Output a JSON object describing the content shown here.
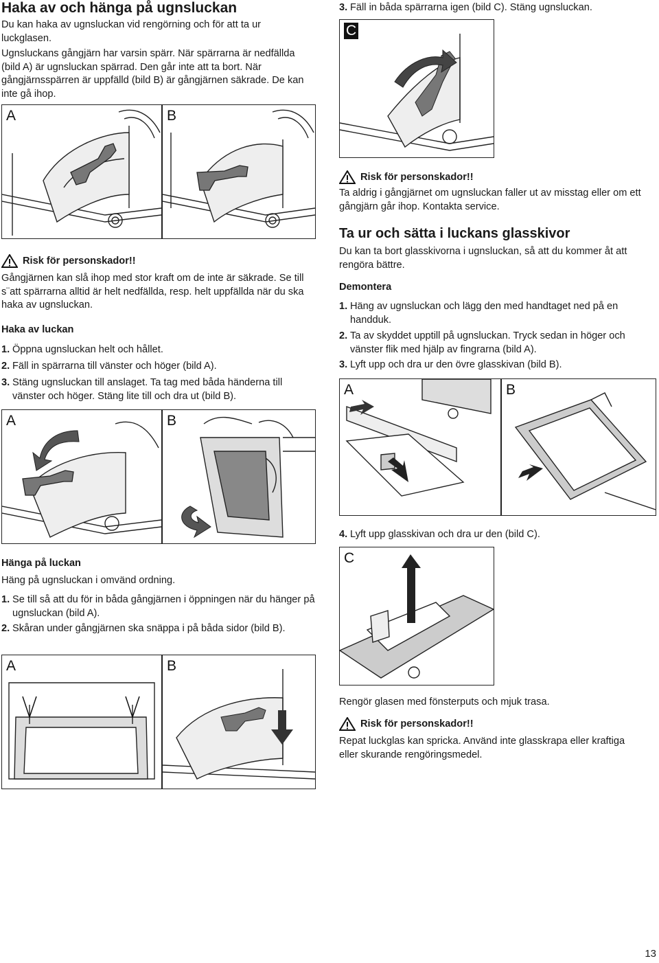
{
  "left": {
    "title": "Haka av och hänga på ugnsluckan",
    "intro1": "Du kan haka av ugnsluckan vid rengörning och för att ta ur luckglasen.",
    "intro2": "Ugnsluckans gångjärn har varsin spärr. När spärrarna är nedfällda (bild A) är ugnsluckan spärrad. Den går inte att ta bort. När gångjärnsspärren är uppfälld (bild B) är gångjärnen säkrade. De kan inte gå ihop.",
    "fig1": {
      "label_a": "A",
      "label_b": "B"
    },
    "warning1": {
      "heading": "Risk för personskador!!",
      "text": "Gångjärnen kan slå ihop med stor kraft om de inte är säkrade. Se till s¨att spärrarna alltid är helt nedfällda, resp. helt uppfällda när du ska haka av ugnsluckan."
    },
    "unhook": {
      "heading": "Haka av luckan",
      "steps": [
        {
          "num": "1.",
          "text": "Öppna ugnsluckan helt och hållet."
        },
        {
          "num": "2.",
          "text": "Fäll in spärrarna till vänster och höger (bild A)."
        },
        {
          "num": "3.",
          "text": "Stäng ugnsluckan till anslaget. Ta tag med båda händerna till vänster och höger. Stäng lite till och dra ut (bild B)."
        }
      ]
    },
    "fig2": {
      "label_a": "A",
      "label_b": "B"
    },
    "hang": {
      "heading": "Hänga på luckan",
      "intro": "Häng på ugnsluckan i omvänd ordning.",
      "steps": [
        {
          "num": "1.",
          "text": "Se till så att du för in båda gångjärnen i öppningen när du hänger på ugnsluckan (bild A)."
        },
        {
          "num": "2.",
          "text": "Skåran under gångjärnen ska snäppa i på båda sidor (bild B)."
        }
      ]
    },
    "fig3": {
      "label_a": "A",
      "label_b": "B"
    }
  },
  "right": {
    "step3": {
      "num": "3.",
      "text": "Fäll in båda spärrarna igen (bild C). Stäng ugnsluckan."
    },
    "fig_c": {
      "label": "C"
    },
    "warning2": {
      "heading": "Risk för personskador!!",
      "text": "Ta aldrig i gångjärnet om ugnsluckan faller ut av misstag eller om ett gångjärn går ihop. Kontakta service."
    },
    "glass": {
      "heading": "Ta ur och sätta i luckans glasskivor",
      "intro": "Du kan ta bort glasskivorna i ugnsluckan, så att du kommer åt att rengöra bättre.",
      "sub": "Demontera",
      "steps": [
        {
          "num": "1.",
          "text": "Häng av ugnsluckan och lägg den med handtaget ned på en handduk."
        },
        {
          "num": "2.",
          "text": "Ta av skyddet upptill på ugnsluckan. Tryck sedan in höger och vänster flik med hjälp av fingrarna (bild A)."
        },
        {
          "num": "3.",
          "text": "Lyft upp och dra ur den övre glasskivan (bild B)."
        }
      ]
    },
    "fig4": {
      "label_a": "A",
      "label_b": "B"
    },
    "step4": {
      "num": "4.",
      "text": "Lyft upp glasskivan och dra ur den (bild C)."
    },
    "fig5": {
      "label": "C"
    },
    "clean": "Rengör glasen med fönsterputs och mjuk trasa.",
    "warning3": {
      "heading": "Risk för personskador!!",
      "text": "Repat luckglas kan spricka. Använd inte glasskrapa eller kraftiga eller skurande rengöringsmedel."
    }
  },
  "page_number": "13"
}
